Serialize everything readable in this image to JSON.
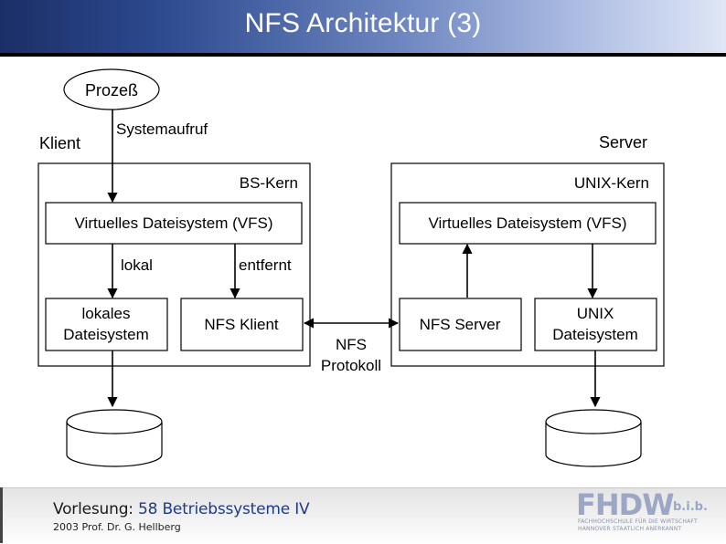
{
  "slide": {
    "title": "NFS Architektur  (3)"
  },
  "diagram": {
    "process": "Prozeß",
    "system_call": "Systemaufruf",
    "client_label": "Klient",
    "server_label": "Server",
    "client_kernel": "BS-Kern",
    "server_kernel": "UNIX-Kern",
    "client_vfs": "Virtuelles Dateisystem (VFS)",
    "server_vfs": "Virtuelles Dateisystem (VFS)",
    "local_label": "lokal",
    "remote_label": "entfernt",
    "local_fs_line1": "lokales",
    "local_fs_line2": "Dateisystem",
    "nfs_client": "NFS Klient",
    "nfs_server": "NFS Server",
    "unix_fs_line1": "UNIX",
    "unix_fs_line2": "Dateisystem",
    "protocol_line1": "NFS",
    "protocol_line2": "Protokoll"
  },
  "footer": {
    "course_prefix": "Vorlesung:",
    "course_name": "58 Betriebssysteme IV",
    "author": "2003 Prof. Dr. G. Hellberg",
    "logo_word": "FHDW",
    "logo_suffix": "b.i.b.",
    "logo_line1": "FACHHOCHSCHULE FÜR DIE WIRTSCHAFT",
    "logo_line2": "HANNOVER          STAATLICH ANERKANNT"
  }
}
